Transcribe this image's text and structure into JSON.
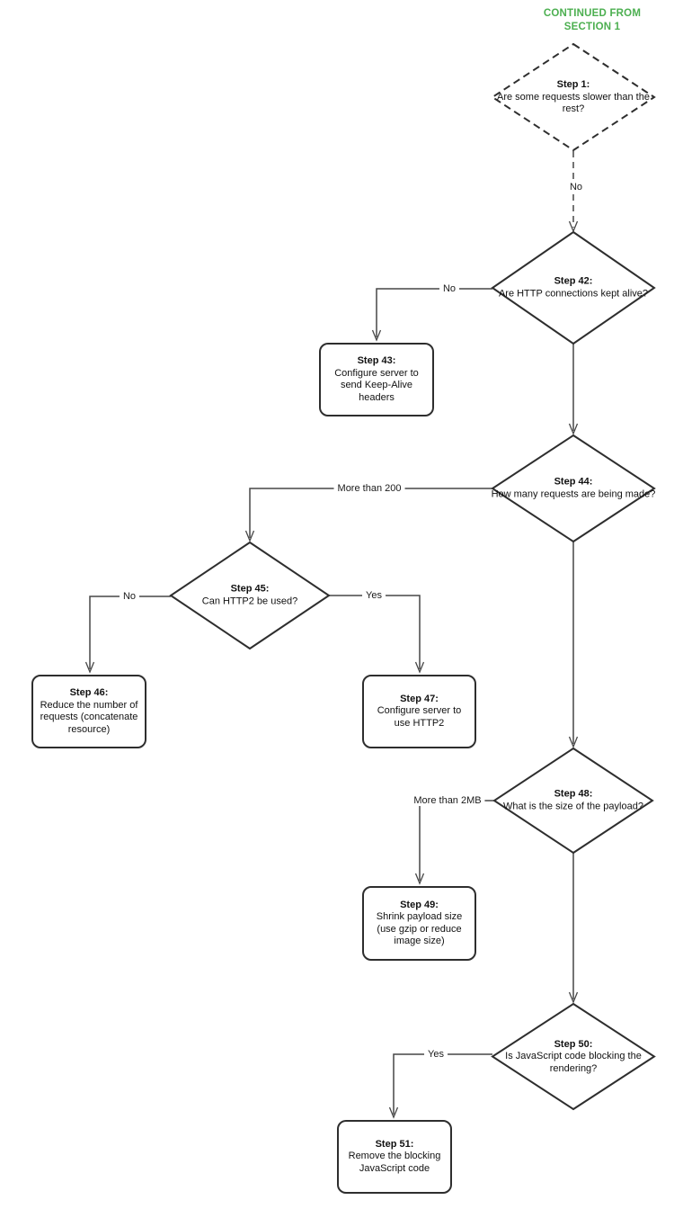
{
  "header": {
    "line1": "CONTINUED FROM",
    "line2": "SECTION 1"
  },
  "colors": {
    "header_green": "#4caf50",
    "edge_line": "#474747",
    "shape_border": "#2e2e2e",
    "shape_fill": "#ffffff"
  },
  "nodes": [
    {
      "id": "step-1",
      "shape": "decision",
      "border": "dashed",
      "title": "Step 1:",
      "text": "Are some requests slower than the rest?"
    },
    {
      "id": "step-42",
      "shape": "decision",
      "border": "solid",
      "title": "Step 42:",
      "text": "Are HTTP connections kept alive?"
    },
    {
      "id": "step-43",
      "shape": "process",
      "border": "solid",
      "title": "Step 43:",
      "text": "Configure server to send Keep-Alive headers"
    },
    {
      "id": "step-44",
      "shape": "decision",
      "border": "solid",
      "title": "Step 44:",
      "text": "How many requests are being made?"
    },
    {
      "id": "step-45",
      "shape": "decision",
      "border": "solid",
      "title": "Step 45:",
      "text": "Can HTTP2 be used?"
    },
    {
      "id": "step-46",
      "shape": "process",
      "border": "solid",
      "title": "Step 46:",
      "text": "Reduce the number of requests (concatenate resource)"
    },
    {
      "id": "step-47",
      "shape": "process",
      "border": "solid",
      "title": "Step 47:",
      "text": "Configure server to use HTTP2"
    },
    {
      "id": "step-48",
      "shape": "decision",
      "border": "solid",
      "title": "Step 48:",
      "text": "What is the size of the payload?"
    },
    {
      "id": "step-49",
      "shape": "process",
      "border": "solid",
      "title": "Step 49:",
      "text": "Shrink payload size (use gzip or reduce image size)"
    },
    {
      "id": "step-50",
      "shape": "decision",
      "border": "solid",
      "title": "Step 50:",
      "text": "Is JavaScript code blocking the rendering?"
    },
    {
      "id": "step-51",
      "shape": "process",
      "border": "solid",
      "title": "Step 51:",
      "text": "Remove the blocking JavaScript code"
    }
  ],
  "edges": [
    {
      "from": "step-1",
      "to": "step-42",
      "label": "No",
      "style": "dashed"
    },
    {
      "from": "step-42",
      "to": "step-43",
      "label": "No",
      "style": "solid"
    },
    {
      "from": "step-42",
      "to": "step-44",
      "label": "",
      "style": "solid"
    },
    {
      "from": "step-44",
      "to": "step-45",
      "label": "More than 200",
      "style": "solid"
    },
    {
      "from": "step-44",
      "to": "step-48",
      "label": "",
      "style": "solid"
    },
    {
      "from": "step-45",
      "to": "step-46",
      "label": "No",
      "style": "solid"
    },
    {
      "from": "step-45",
      "to": "step-47",
      "label": "Yes",
      "style": "solid"
    },
    {
      "from": "step-48",
      "to": "step-49",
      "label": "More than 2MB",
      "style": "solid"
    },
    {
      "from": "step-48",
      "to": "step-50",
      "label": "",
      "style": "solid"
    },
    {
      "from": "step-50",
      "to": "step-51",
      "label": "Yes",
      "style": "solid"
    }
  ]
}
